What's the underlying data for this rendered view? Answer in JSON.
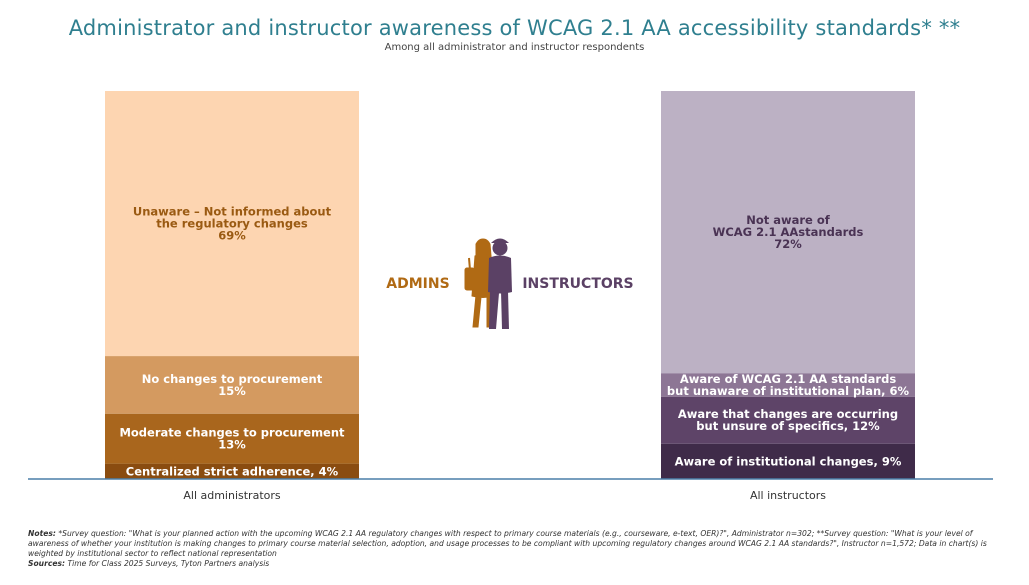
{
  "header": {
    "title": "Administrator and instructor awareness of WCAG 2.1 AA accessibility standards* **",
    "subtitle": "Among all administrator and instructor respondents"
  },
  "legend_labels": {
    "left": "ADMINS",
    "right": "INSTRUCTORS"
  },
  "colors": {
    "admins_accent": "#b06a14",
    "instructors_accent": "#5b4165",
    "axis": "#4a7fa8"
  },
  "chart_data": {
    "type": "bar",
    "stacked": true,
    "title": "Administrator and instructor awareness of WCAG 2.1 AA accessibility standards* **",
    "subtitle": "Among all administrator and instructor respondents",
    "ylim": [
      0,
      100
    ],
    "categories": [
      "All administrators",
      "All instructors"
    ],
    "bars": [
      {
        "category": "All administrators",
        "segments": [
          {
            "label": "Centralized strict adherence, 4%",
            "value": 4,
            "color": "#8a4c10",
            "text_color": "#ffffff"
          },
          {
            "label": "Moderate changes to procurement\n13%",
            "value": 13,
            "color": "#a9661d",
            "text_color": "#ffffff"
          },
          {
            "label": "No changes to procurement\n15%",
            "value": 15,
            "color": "#d49a60",
            "text_color": "#ffffff"
          },
          {
            "label": "Unaware – Not informed about\nthe regulatory changes\n69%",
            "value": 69,
            "color": "#fdd5b1",
            "text_color": "#9a5a12"
          }
        ]
      },
      {
        "category": "All instructors",
        "segments": [
          {
            "label": "Aware of institutional changes, 9%",
            "value": 9,
            "color": "#3f2b49",
            "text_color": "#ffffff"
          },
          {
            "label": "Aware that changes are occurring\nbut unsure of specifics, 12%",
            "value": 12,
            "color": "#5e4468",
            "text_color": "#ffffff"
          },
          {
            "label": "Aware of WCAG 2.1 AA standards\nbut unaware of institutional plan, 6%",
            "value": 6,
            "color": "#8d7695",
            "text_color": "#ffffff"
          },
          {
            "label": "Not aware of\nWCAG 2.1 AAstandards\n72%",
            "value": 72,
            "color": "#bcb1c4",
            "text_color": "#4a3354"
          }
        ]
      }
    ]
  },
  "notes": {
    "notes_label": "Notes:",
    "notes_text": " *Survey question: \"What is your planned action with the upcoming WCAG 2.1 AA regulatory changes with respect to primary course materials (e.g., courseware, e-text, OER)?\", Administrator n=302; **Survey question: \"What is your level of awareness of whether your institution is making changes to primary course material selection, adoption, and usage processes to be compliant with upcoming regulatory changes around WCAG 2.1 AA standards?\", Instructor n=1,572; Data in chart(s) is weighted by institutional sector to reflect national representation",
    "sources_label": "Sources:",
    "sources_text": " Time for Class 2025 Surveys, Tyton Partners analysis"
  }
}
